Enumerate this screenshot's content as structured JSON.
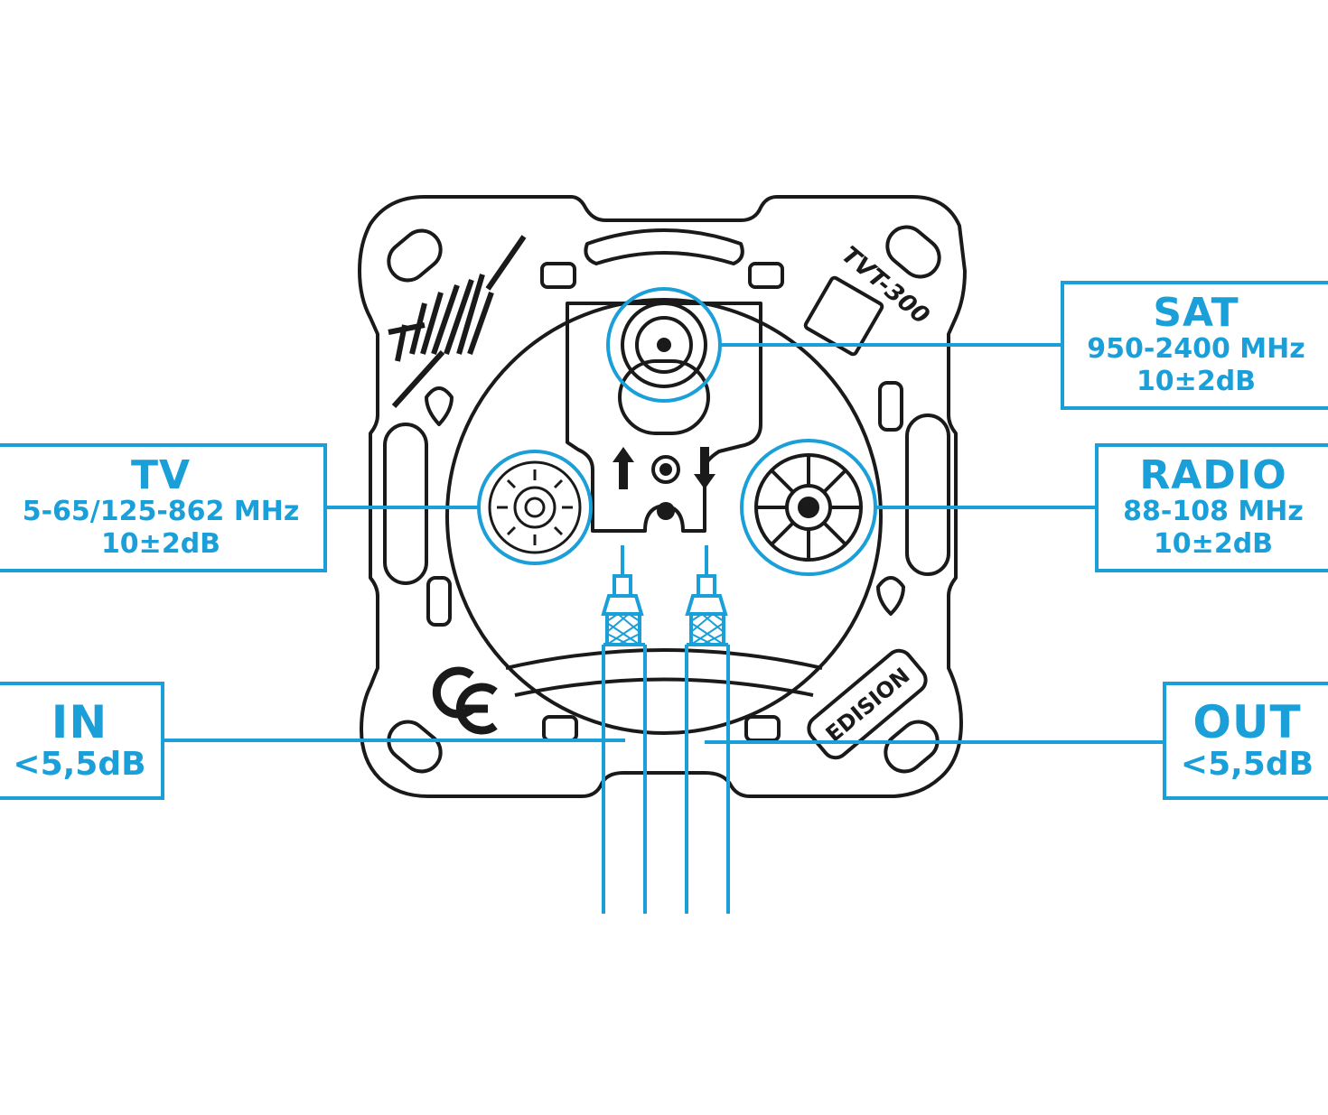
{
  "device": {
    "model": "TVT-300",
    "brand": "EDISION",
    "mark": "CE"
  },
  "callouts": {
    "sat": {
      "title": "SAT",
      "range": "950-2400 MHz",
      "gain": "10±2dB"
    },
    "tv": {
      "title": "TV",
      "range": "5-65/125-862 MHz",
      "gain": "10±2dB"
    },
    "radio": {
      "title": "RADIO",
      "range": "88-108 MHz",
      "gain": "10±2dB"
    },
    "in": {
      "title": "IN",
      "loss": "<5,5dB"
    },
    "out": {
      "title": "OUT",
      "loss": "<5,5dB"
    }
  },
  "colors": {
    "accent": "#1a9fd8",
    "line": "#1a1a1a",
    "background": "#ffffff"
  },
  "icons": [
    "up-arrow-icon",
    "down-arrow-icon",
    "ce-mark-icon",
    "brand-logo-icon"
  ]
}
